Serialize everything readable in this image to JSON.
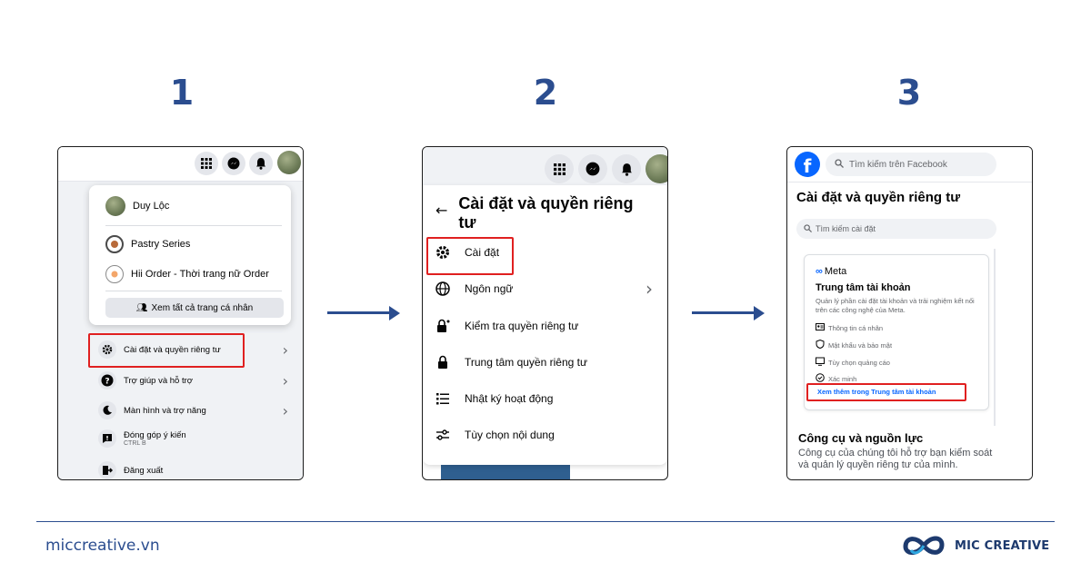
{
  "steps": {
    "one": "1",
    "two": "2",
    "three": "3"
  },
  "panel1": {
    "profile_name": "Duy Lộc",
    "pages": [
      "Pastry Series",
      "Hii Order - Thời trang nữ Order"
    ],
    "see_all_profiles": "Xem tất cả trang cá nhân",
    "menu": [
      {
        "label": "Cài đặt và quyền riêng tư",
        "icon": "gear-icon"
      },
      {
        "label": "Trợ giúp và hỗ trợ",
        "icon": "help-icon"
      },
      {
        "label": "Màn hình và trợ năng",
        "icon": "moon-icon"
      },
      {
        "label": "Đóng góp ý kiến",
        "sub": "CTRL B",
        "icon": "feedback-icon"
      },
      {
        "label": "Đăng xuất",
        "icon": "logout-icon"
      }
    ]
  },
  "panel2": {
    "title": "Cài đặt và quyền riêng tư",
    "items": [
      {
        "label": "Cài đặt",
        "icon": "gear-icon"
      },
      {
        "label": "Ngôn ngữ",
        "icon": "globe-icon"
      },
      {
        "label": "Kiểm tra quyền riêng tư",
        "icon": "lock-check-icon"
      },
      {
        "label": "Trung tâm quyền riêng tư",
        "icon": "lock-icon"
      },
      {
        "label": "Nhật ký hoạt động",
        "icon": "list-icon"
      },
      {
        "label": "Tùy chọn nội dung",
        "icon": "sliders-icon"
      }
    ]
  },
  "panel3": {
    "search_placeholder": "Tìm kiếm trên Facebook",
    "title": "Cài đặt và quyền riêng tư",
    "settings_search_placeholder": "Tìm kiếm cài đặt",
    "meta_label": "Meta",
    "accounts_center_title": "Trung tâm tài khoản",
    "accounts_center_desc": "Quản lý phần cài đặt tài khoản và trải nghiệm kết nối trên các công nghệ của Meta.",
    "accounts_items": [
      "Thông tin cá nhân",
      "Mật khẩu và bảo mật",
      "Tùy chọn quảng cáo",
      "Xác minh"
    ],
    "accounts_link": "Xem thêm trong Trung tâm tài khoản",
    "tools_title": "Công cụ và nguồn lực",
    "tools_desc": "Công cụ của chúng tôi hỗ trợ bạn kiểm soát và quản lý quyền riêng tư của mình."
  },
  "footer": {
    "website": "miccreative.vn",
    "brand": "MIC CREATIVE"
  },
  "colors": {
    "accent": "#2b4d8f",
    "highlight": "#e02020",
    "facebook_blue": "#0866ff"
  }
}
